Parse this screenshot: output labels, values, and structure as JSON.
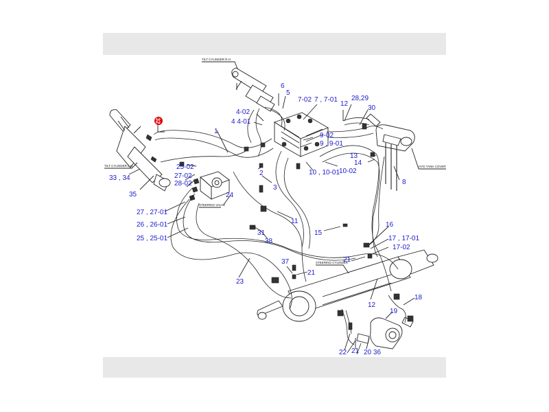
{
  "colors": {
    "background": "#ffffff",
    "band": "#e8e8e8",
    "callout": "#1a1acc",
    "highlight": "#e00000",
    "line": "#222222"
  },
  "highlight": {
    "number": "32"
  },
  "tags": {
    "tilt_cylinder_rh": "TILT CYLINDER R.H",
    "tilt_cylinder_lh": "TILT CYLINDER L.H",
    "steering_cylinder": "STEERING CYLINDER",
    "steering_valve": "STEERING VALVE",
    "hyd_tank_cover": "HYD TANK COVER"
  },
  "callouts": [
    {
      "id": "c-6",
      "text": "6"
    },
    {
      "id": "c-5",
      "text": "5"
    },
    {
      "id": "c-7-02",
      "text": "7-02"
    },
    {
      "id": "c-7",
      "text": "7 ,  7-01"
    },
    {
      "id": "c-12a",
      "text": "12"
    },
    {
      "id": "c-28",
      "text": "28,29"
    },
    {
      "id": "c-30",
      "text": "30"
    },
    {
      "id": "c-4-02",
      "text": "4-02"
    },
    {
      "id": "c-4",
      "text": "4   4-01"
    },
    {
      "id": "c-1",
      "text": "1"
    },
    {
      "id": "c-9-02",
      "text": "9-02"
    },
    {
      "id": "c-9",
      "text": "9 , 9-01"
    },
    {
      "id": "c-13",
      "text": "13"
    },
    {
      "id": "c-14",
      "text": "14"
    },
    {
      "id": "c-10-02",
      "text": "10-02"
    },
    {
      "id": "c-10",
      "text": "10 , 10-01"
    },
    {
      "id": "c-25-02",
      "text": "25-02"
    },
    {
      "id": "c-27-02",
      "text": "27-02"
    },
    {
      "id": "c-28-02",
      "text": "28-02"
    },
    {
      "id": "c-33",
      "text": "33 , 34"
    },
    {
      "id": "c-35",
      "text": "35"
    },
    {
      "id": "c-2",
      "text": "2"
    },
    {
      "id": "c-3",
      "text": "3"
    },
    {
      "id": "c-8",
      "text": "8"
    },
    {
      "id": "c-24",
      "text": "24"
    },
    {
      "id": "c-27",
      "text": "27 , 27-01"
    },
    {
      "id": "c-26",
      "text": "26 ,  26-01"
    },
    {
      "id": "c-25",
      "text": "25 ,  25-01"
    },
    {
      "id": "c-31",
      "text": "31"
    },
    {
      "id": "c-11",
      "text": "11"
    },
    {
      "id": "c-15",
      "text": "15"
    },
    {
      "id": "c-16",
      "text": "16"
    },
    {
      "id": "c-17",
      "text": "17 , 17-01"
    },
    {
      "id": "c-17-02",
      "text": "17-02"
    },
    {
      "id": "c-38",
      "text": "38"
    },
    {
      "id": "c-37",
      "text": "37"
    },
    {
      "id": "c-21a",
      "text": "21"
    },
    {
      "id": "c-21b",
      "text": "21"
    },
    {
      "id": "c-23",
      "text": "23"
    },
    {
      "id": "c-12b",
      "text": "12"
    },
    {
      "id": "c-18",
      "text": "18"
    },
    {
      "id": "c-19",
      "text": "19"
    },
    {
      "id": "c-22",
      "text": "22"
    },
    {
      "id": "c-21c",
      "text": "21"
    },
    {
      "id": "c-20",
      "text": "20  36"
    }
  ]
}
